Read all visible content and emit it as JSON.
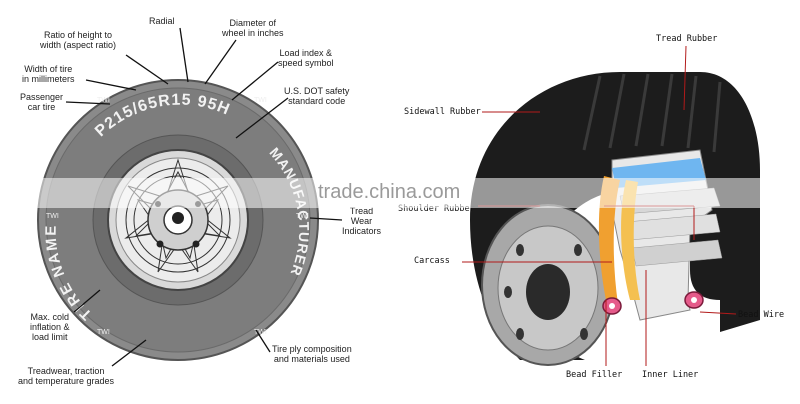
{
  "left_diagram": {
    "sidewall_text": {
      "size_code": "P215/65R15 95H",
      "brand_left": "TIRE NAME",
      "brand_right": "MANUFACTURER",
      "twi": "TWI"
    },
    "callouts": {
      "radial": "Radial",
      "aspect_ratio": [
        "Ratio of height to",
        "width (aspect ratio)"
      ],
      "diameter": [
        "Diameter of",
        "wheel in inches"
      ],
      "width": [
        "Width of tire",
        "in millimeters"
      ],
      "load_index": [
        "Load index &",
        "speed symbol"
      ],
      "passenger": [
        "Passenger",
        "car tire"
      ],
      "dot_code": [
        "U.S. DOT safety",
        "standard code"
      ],
      "tread_wear_indicators": [
        "Tread",
        "Wear",
        "Indicators"
      ],
      "max_cold_inflation": [
        "Max. cold",
        "inflation &",
        "load limit"
      ],
      "treadwear_grades": [
        "Treadwear, traction",
        "and temperature grades"
      ],
      "tire_ply": [
        "Tire ply composition",
        "and materials used"
      ]
    }
  },
  "right_diagram": {
    "labels": {
      "tread_rubber": "Tread Rubber",
      "sidewall_rubber": "Sidewall Rubber",
      "shoulder_rubber": "Shoulder Rubber",
      "carcass": "Carcass",
      "bead_wire": "Bead Wire",
      "bead_filler": "Bead Filler",
      "inner_liner": "Inner Liner"
    }
  },
  "watermark": "trade.china.com",
  "colors": {
    "tire_gray": "#7a7a7a",
    "tire_dark": "#1a1a1a",
    "label_red": "#b21a1a",
    "cutaway_orange": "#f0a030",
    "cutaway_blue": "#6fb6f0"
  }
}
